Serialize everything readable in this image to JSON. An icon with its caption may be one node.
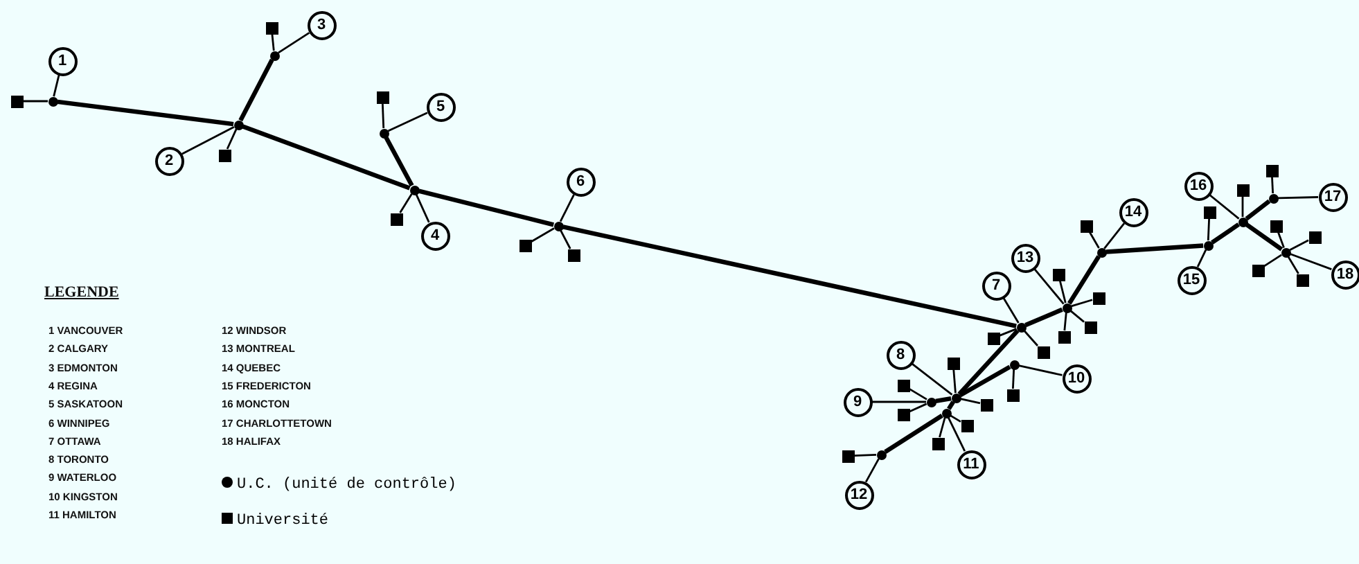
{
  "diagram": {
    "nodes": [
      {
        "text": [
          "1"
        ]
      },
      {
        "text": [
          "2"
        ]
      },
      {
        "text": [
          "3"
        ]
      },
      {
        "text": [
          "4"
        ]
      },
      {
        "text": [
          "5"
        ]
      },
      {
        "text": [
          "6"
        ]
      },
      {
        "text": [
          "7"
        ]
      },
      {
        "text": [
          "8"
        ]
      },
      {
        "text": [
          "9"
        ]
      },
      {
        "text": [
          "10"
        ]
      },
      {
        "text": [
          "11"
        ]
      },
      {
        "text": [
          "12"
        ]
      },
      {
        "text": [
          "13"
        ]
      },
      {
        "text": [
          "14"
        ]
      },
      {
        "text": [
          "15"
        ]
      },
      {
        "text": [
          "16"
        ]
      },
      {
        "text": [
          "17"
        ]
      },
      {
        "text": [
          "18"
        ]
      },
      {
        "text": [],
        "shape": "circle"
      },
      {
        "text": [],
        "shape": "circle"
      },
      {
        "text": [],
        "shape": "circle"
      },
      {
        "text": [],
        "shape": "circle"
      },
      {
        "text": [],
        "shape": "circle"
      },
      {
        "text": [],
        "shape": "circle"
      },
      {
        "text": [],
        "shape": "circle"
      },
      {
        "text": [],
        "shape": "circle"
      },
      {
        "text": [],
        "shape": "circle"
      },
      {
        "text": [],
        "shape": "circle"
      },
      {
        "text": [],
        "shape": "circle"
      },
      {
        "text": [],
        "shape": "circle"
      },
      {
        "text": [],
        "shape": "circle"
      },
      {
        "text": [],
        "shape": "circle"
      },
      {
        "text": [],
        "shape": "circle"
      },
      {
        "text": [],
        "shape": "circle"
      },
      {
        "text": [],
        "shape": "circle"
      },
      {
        "text": [],
        "shape": "circle"
      },
      {
        "text": [],
        "shape": "box"
      },
      {
        "text": [],
        "shape": "box"
      },
      {
        "text": [],
        "shape": "box"
      },
      {
        "text": [],
        "shape": "box"
      },
      {
        "text": [],
        "shape": "box"
      },
      {
        "text": [],
        "shape": "box"
      },
      {
        "text": [],
        "shape": "box"
      },
      {
        "text": [],
        "shape": "box"
      },
      {
        "text": [],
        "shape": "box"
      },
      {
        "text": [],
        "shape": "box"
      },
      {
        "text": [],
        "shape": "box"
      },
      {
        "text": [],
        "shape": "box"
      },
      {
        "text": [],
        "shape": "box"
      },
      {
        "text": [],
        "shape": "box"
      },
      {
        "text": [],
        "shape": "box"
      },
      {
        "text": [],
        "shape": "box"
      },
      {
        "text": [],
        "shape": "box"
      },
      {
        "text": [],
        "shape": "box"
      },
      {
        "text": [],
        "shape": "box"
      },
      {
        "text": [],
        "shape": "box"
      },
      {
        "text": [],
        "shape": "box"
      },
      {
        "text": [],
        "shape": "box"
      },
      {
        "text": [],
        "shape": "box"
      },
      {
        "text": [],
        "shape": "box"
      },
      {
        "text": [],
        "shape": "box"
      },
      {
        "text": [],
        "shape": "box"
      },
      {
        "text": [],
        "shape": "box"
      },
      {
        "text": [],
        "shape": "box"
      },
      {
        "text": [],
        "shape": "box"
      }
    ],
    "edges": [
      {
        "from": 0,
        "to": 18,
        "arrow": "none"
      },
      {
        "from": 1,
        "to": 19,
        "arrow": "none"
      },
      {
        "from": 2,
        "to": 20,
        "arrow": "none"
      },
      {
        "from": 3,
        "to": 21,
        "arrow": "none"
      },
      {
        "from": 4,
        "to": 22,
        "arrow": "none"
      },
      {
        "from": 5,
        "to": 23,
        "arrow": "none"
      },
      {
        "from": 6,
        "to": 24,
        "arrow": "none"
      },
      {
        "from": 7,
        "to": 25,
        "arrow": "none"
      },
      {
        "from": 8,
        "to": 26,
        "arrow": "none"
      },
      {
        "from": 9,
        "to": 27,
        "arrow": "none"
      },
      {
        "from": 10,
        "to": 28,
        "arrow": "none"
      },
      {
        "from": 11,
        "to": 29,
        "arrow": "none"
      },
      {
        "from": 12,
        "to": 30,
        "arrow": "none"
      },
      {
        "from": 13,
        "to": 31,
        "arrow": "none"
      },
      {
        "from": 14,
        "to": 32,
        "arrow": "none"
      },
      {
        "from": 15,
        "to": 33,
        "arrow": "none"
      },
      {
        "from": 16,
        "to": 34,
        "arrow": "none"
      },
      {
        "from": 17,
        "to": 35,
        "arrow": "none"
      },
      {
        "from": 18,
        "to": 36,
        "arrow": "none"
      },
      {
        "from": 19,
        "to": 37,
        "arrow": "none"
      },
      {
        "from": 20,
        "to": 38,
        "arrow": "none"
      },
      {
        "from": 21,
        "to": 39,
        "arrow": "none"
      },
      {
        "from": 22,
        "to": 40,
        "arrow": "none"
      },
      {
        "from": 23,
        "to": 41,
        "arrow": "none"
      },
      {
        "from": 23,
        "to": 42,
        "arrow": "none"
      },
      {
        "from": 24,
        "to": 43,
        "arrow": "none"
      },
      {
        "from": 24,
        "to": 44,
        "arrow": "none"
      },
      {
        "from": 25,
        "to": 45,
        "arrow": "none"
      },
      {
        "from": 25,
        "to": 46,
        "arrow": "none"
      },
      {
        "from": 26,
        "to": 47,
        "arrow": "none"
      },
      {
        "from": 26,
        "to": 48,
        "arrow": "none"
      },
      {
        "from": 27,
        "to": 49,
        "arrow": "none"
      },
      {
        "from": 28,
        "to": 50,
        "arrow": "none"
      },
      {
        "from": 28,
        "to": 51,
        "arrow": "none"
      },
      {
        "from": 29,
        "to": 52,
        "arrow": "none"
      },
      {
        "from": 30,
        "to": 53,
        "arrow": "none"
      },
      {
        "from": 30,
        "to": 54,
        "arrow": "none"
      },
      {
        "from": 30,
        "to": 55,
        "arrow": "none"
      },
      {
        "from": 30,
        "to": 56,
        "arrow": "none"
      },
      {
        "from": 31,
        "to": 57,
        "arrow": "none"
      },
      {
        "from": 32,
        "to": 58,
        "arrow": "none"
      },
      {
        "from": 33,
        "to": 59,
        "arrow": "none"
      },
      {
        "from": 34,
        "to": 60,
        "arrow": "none"
      },
      {
        "from": 35,
        "to": 61,
        "arrow": "none"
      },
      {
        "from": 35,
        "to": 62,
        "arrow": "none"
      },
      {
        "from": 35,
        "to": 63,
        "arrow": "none"
      },
      {
        "from": 35,
        "to": 64,
        "arrow": "none"
      },
      {
        "from": 18,
        "to": 19,
        "arrow": "none",
        "style": "thick"
      },
      {
        "from": 19,
        "to": 20,
        "arrow": "none",
        "style": "thick"
      },
      {
        "from": 19,
        "to": 21,
        "arrow": "none",
        "style": "thick"
      },
      {
        "from": 21,
        "to": 22,
        "arrow": "none",
        "style": "thick"
      },
      {
        "from": 21,
        "to": 23,
        "arrow": "none",
        "style": "thick"
      },
      {
        "from": 23,
        "to": 24,
        "arrow": "none",
        "style": "thick"
      },
      {
        "from": 24,
        "to": 30,
        "arrow": "none",
        "style": "thick"
      },
      {
        "from": 30,
        "to": 31,
        "arrow": "none",
        "style": "thick"
      },
      {
        "from": 31,
        "to": 32,
        "arrow": "none",
        "style": "thick"
      },
      {
        "from": 32,
        "to": 33,
        "arrow": "none",
        "style": "thick"
      },
      {
        "from": 33,
        "to": 34,
        "arrow": "none",
        "style": "thick"
      },
      {
        "from": 33,
        "to": 35,
        "arrow": "none",
        "style": "thick"
      },
      {
        "from": 24,
        "to": 25,
        "arrow": "none",
        "style": "thick"
      },
      {
        "from": 25,
        "to": 27,
        "arrow": "none",
        "style": "thick"
      },
      {
        "from": 25,
        "to": 26,
        "arrow": "none",
        "style": "thick"
      },
      {
        "from": 25,
        "to": 28,
        "arrow": "none",
        "style": "thick"
      },
      {
        "from": 28,
        "to": 29,
        "arrow": "none",
        "style": "thick"
      }
    ],
    "labels": [
      "LEGENDE",
      "1 VANCOUVER",
      "2 CALGARY",
      "3 EDMONTON",
      "4 REGINA",
      "5 SASKATOON",
      "6 WINNIPEG",
      "7 OTTAWA",
      "8 TORONTO",
      "9 WATERLOO",
      "10 KINGSTON",
      "11 HAMILTON",
      "12 WINDSOR",
      "13 MONTREAL",
      "14 QUEBEC",
      "15 FREDERICTON",
      "16 MONCTON",
      "17 CHARLOTTETOWN",
      "18 HALIFAX"
    ],
    "legend": [
      {
        "text": "U.C. (unité de contrôle)"
      },
      {
        "text": "Université"
      }
    ]
  }
}
